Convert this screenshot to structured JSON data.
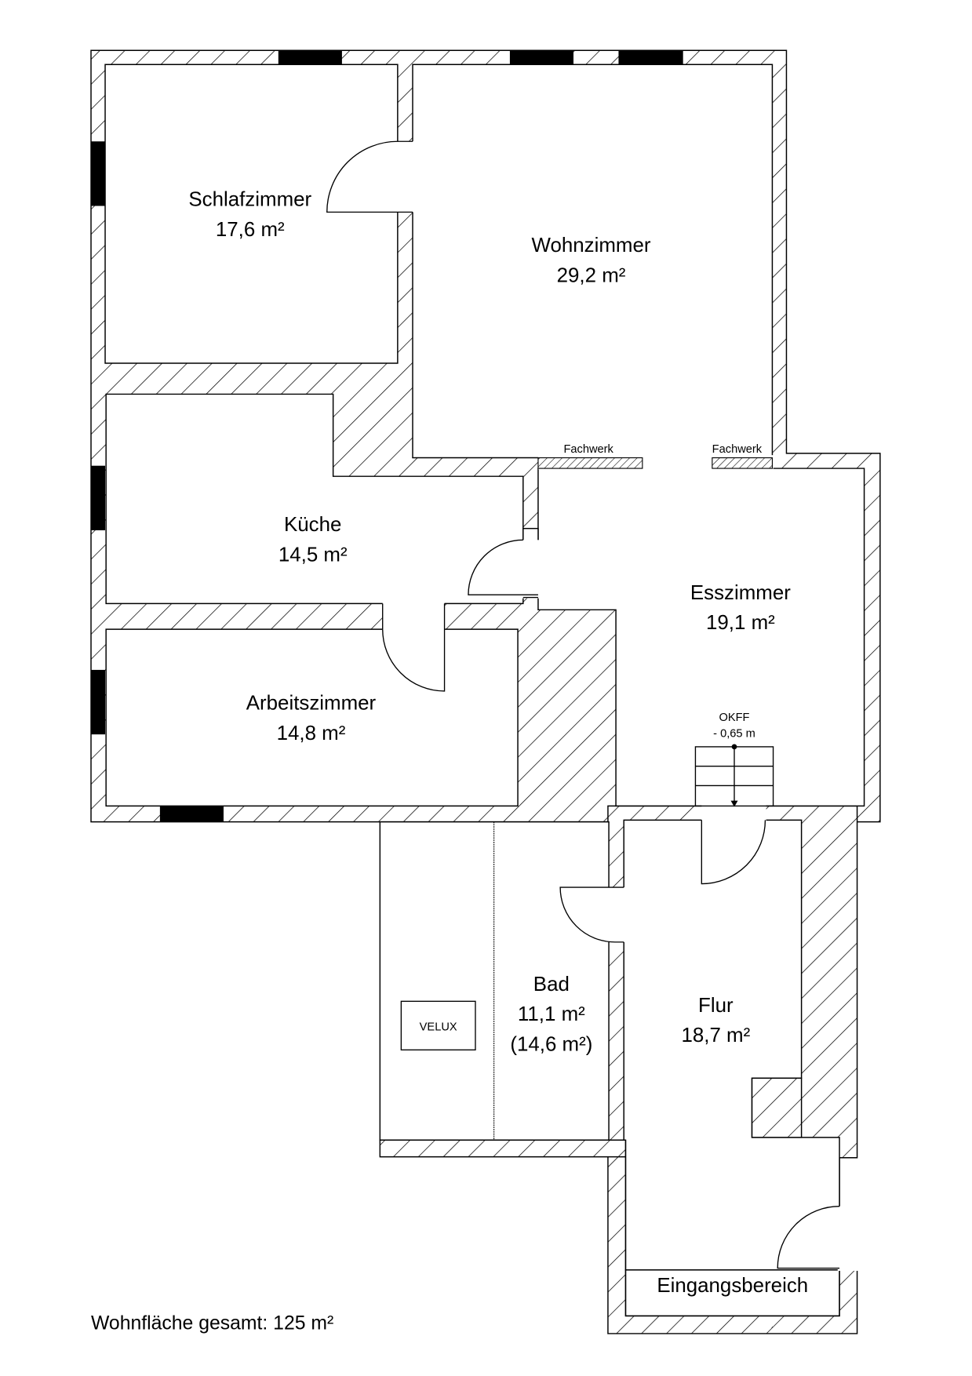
{
  "plan": {
    "rooms": [
      {
        "id": "schlafzimmer",
        "name": "Schlafzimmer",
        "area": "17,6 m²"
      },
      {
        "id": "wohnzimmer",
        "name": "Wohnzimmer",
        "area": "29,2 m²"
      },
      {
        "id": "kueche",
        "name": "Küche",
        "area": "14,5 m²"
      },
      {
        "id": "esszimmer",
        "name": "Esszimmer",
        "area": "19,1 m²"
      },
      {
        "id": "arbeitszimmer",
        "name": "Arbeitszimmer",
        "area": "14,8 m²"
      },
      {
        "id": "bad",
        "name": "Bad",
        "area": "11,1 m²",
        "area_alt": "(14,6 m²)"
      },
      {
        "id": "flur",
        "name": "Flur",
        "area": "18,7 m²"
      },
      {
        "id": "eingangsbereich",
        "name": "Eingangsbereich"
      }
    ],
    "annotations": {
      "fachwerk_left": "Fachwerk",
      "fachwerk_right": "Fachwerk",
      "okff_label": "OKFF",
      "okff_value": "- 0,65 m",
      "velux": "VELUX"
    },
    "total": "Wohnfläche gesamt: 125 m²"
  }
}
